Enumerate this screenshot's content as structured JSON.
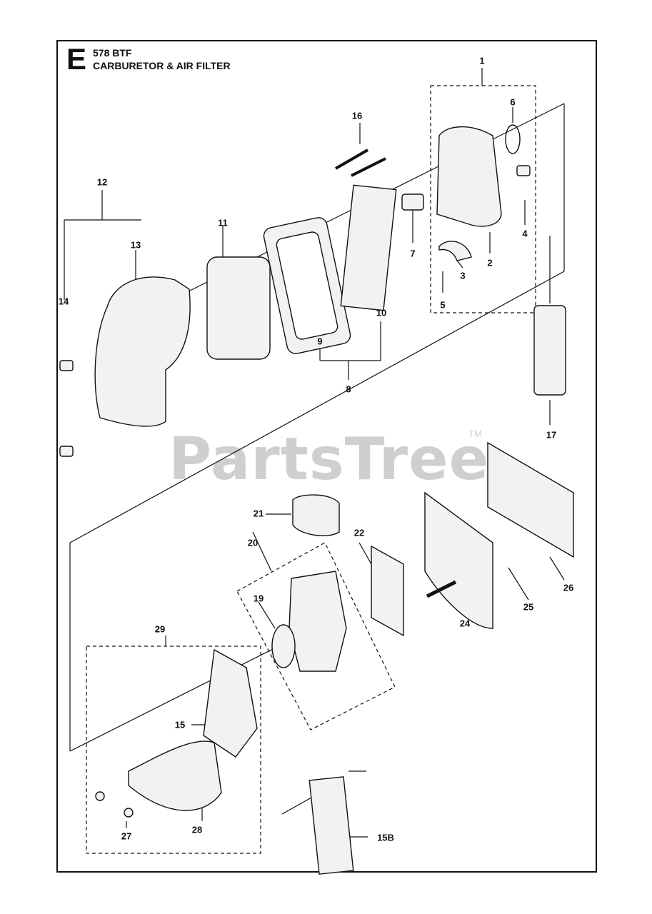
{
  "section": {
    "letter": "E",
    "model": "578 BTF",
    "title": "CARBURETOR & AIR FILTER"
  },
  "watermark": {
    "text": "PartsTree",
    "trademark": "TM"
  },
  "colors": {
    "line": "#111111",
    "watermark": "#cfcfcf",
    "part_fill": "#f2f2f2"
  },
  "callouts": [
    "1",
    "2",
    "3",
    "4",
    "5",
    "6",
    "7",
    "8",
    "9",
    "10",
    "11",
    "12",
    "13",
    "14",
    "15",
    "15B",
    "16",
    "17",
    "19",
    "20",
    "21",
    "22",
    "24",
    "25",
    "26",
    "27",
    "28",
    "29"
  ]
}
